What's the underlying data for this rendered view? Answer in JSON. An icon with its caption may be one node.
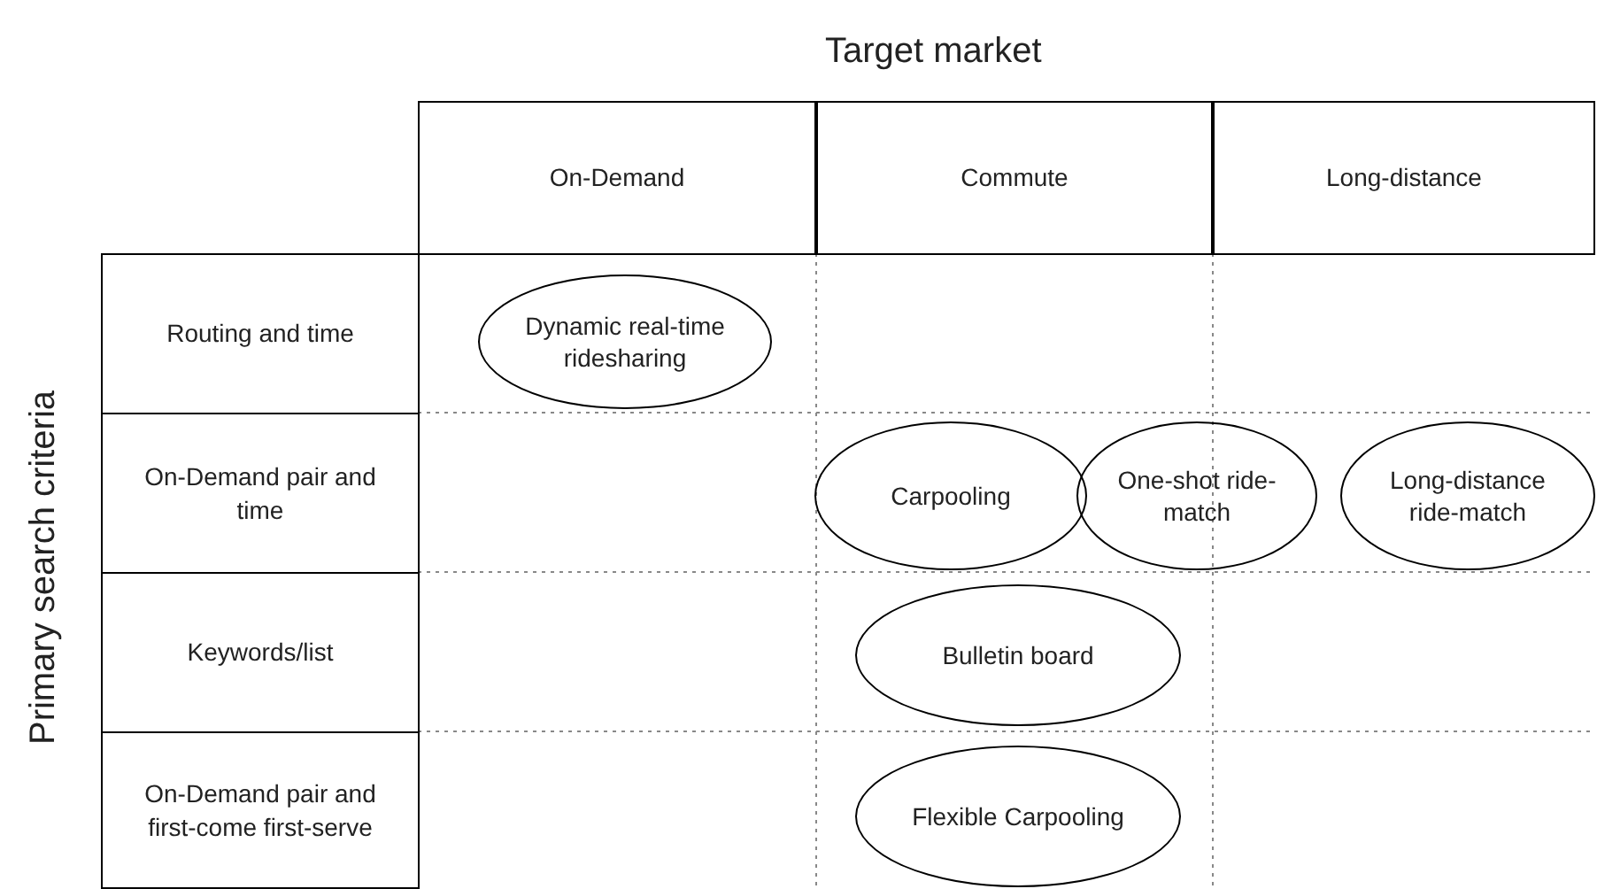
{
  "diagram": {
    "nodes": [
      {
        "text": [
          "On-Demand"
        ]
      },
      {
        "text": [
          "Commute"
        ]
      },
      {
        "text": [
          "Long-distance"
        ]
      },
      {
        "text": [
          "Routing and time"
        ]
      },
      {
        "text": [
          "Dynamic real-time ridesharing"
        ]
      },
      {
        "text": [
          "On-Demand pair and time"
        ]
      },
      {
        "text": [
          "Carpooling"
        ]
      },
      {
        "text": [
          "One-shot ride-match"
        ]
      },
      {
        "text": [
          "Long-distance ride-match"
        ]
      },
      {
        "text": [
          "Keywords/list"
        ]
      },
      {
        "text": [
          "Bulletin board"
        ]
      },
      {
        "text": [
          "On-Demand pair and first-come first-serve"
        ]
      },
      {
        "text": [
          "Flexible Carpooling"
        ]
      }
    ],
    "labels": [
      "Target market",
      "Primary search criteria"
    ]
  }
}
